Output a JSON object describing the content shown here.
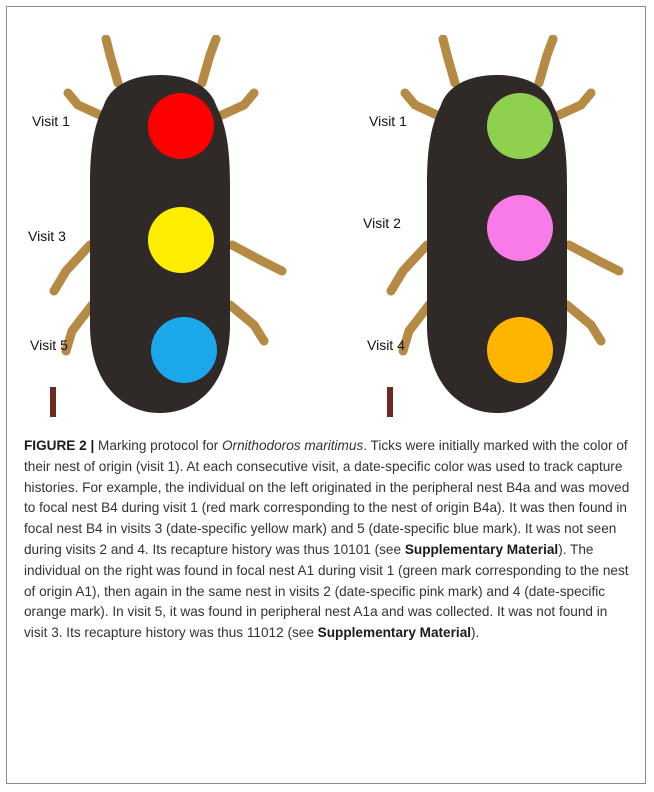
{
  "figure": {
    "left_panel": {
      "labels": [
        "Visit 1",
        "Visit 3",
        "Visit 5"
      ],
      "mark_colors": [
        "#ff0000",
        "#ffee00",
        "#1aa8ea"
      ]
    },
    "right_panel": {
      "labels": [
        "Visit 1",
        "Visit 2",
        "Visit 4"
      ],
      "mark_colors": [
        "#8fd14f",
        "#f97be8",
        "#ffb400"
      ]
    },
    "colors": {
      "tick_body": "#2f2a27",
      "tick_legs": "#b58a43"
    }
  },
  "caption": {
    "label": "FIGURE 2 |",
    "part1": " Marking protocol for ",
    "species": "Ornithodoros maritimus",
    "part2": ". Ticks were initially marked with the color of their nest of origin (visit 1). At each consecutive visit, a date-specific color was used to track capture histories. For example, the individual on the left originated in the peripheral nest B4a and was moved to focal nest B4 during visit 1 (red mark corresponding to the nest of origin B4a). It was then found in focal nest B4 in visits 3 (date-specific yellow mark) and 5 (date-specific blue mark). It was not seen during visits 2 and 4. Its recapture history was thus 10101 (see ",
    "supp1": "Supplementary Material",
    "part3": "). The individual on the right was found in focal nest A1 during visit 1 (green mark corresponding to the nest of origin A1), then again in the same nest in visits 2 (date-specific pink mark) and 4 (date-specific orange mark). In visit 5, it was found in peripheral nest A1a and was collected. It was not found in visit 3. Its recapture history was thus 11012 (see ",
    "supp2": "Supplementary Material",
    "part4": ")."
  }
}
